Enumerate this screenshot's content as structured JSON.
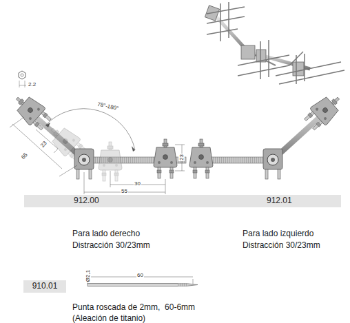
{
  "diagram": {
    "nodes": [
      {
        "text": [
          "912.00",
          "912.01"
        ]
      },
      {
        "text": [
          "910.01"
        ]
      }
    ],
    "labels": [
      "2.2",
      "78°-180°",
      "23",
      "65",
      "30",
      "55",
      "23",
      "Para lado derecho",
      "Distracción 30/23mm",
      "Para lado izquierdo",
      "Distracción 30/23mm",
      "Ø2,1",
      "60",
      "Punta roscada de 2mm,  60-6mm",
      "(Aleación de titanio)"
    ]
  }
}
